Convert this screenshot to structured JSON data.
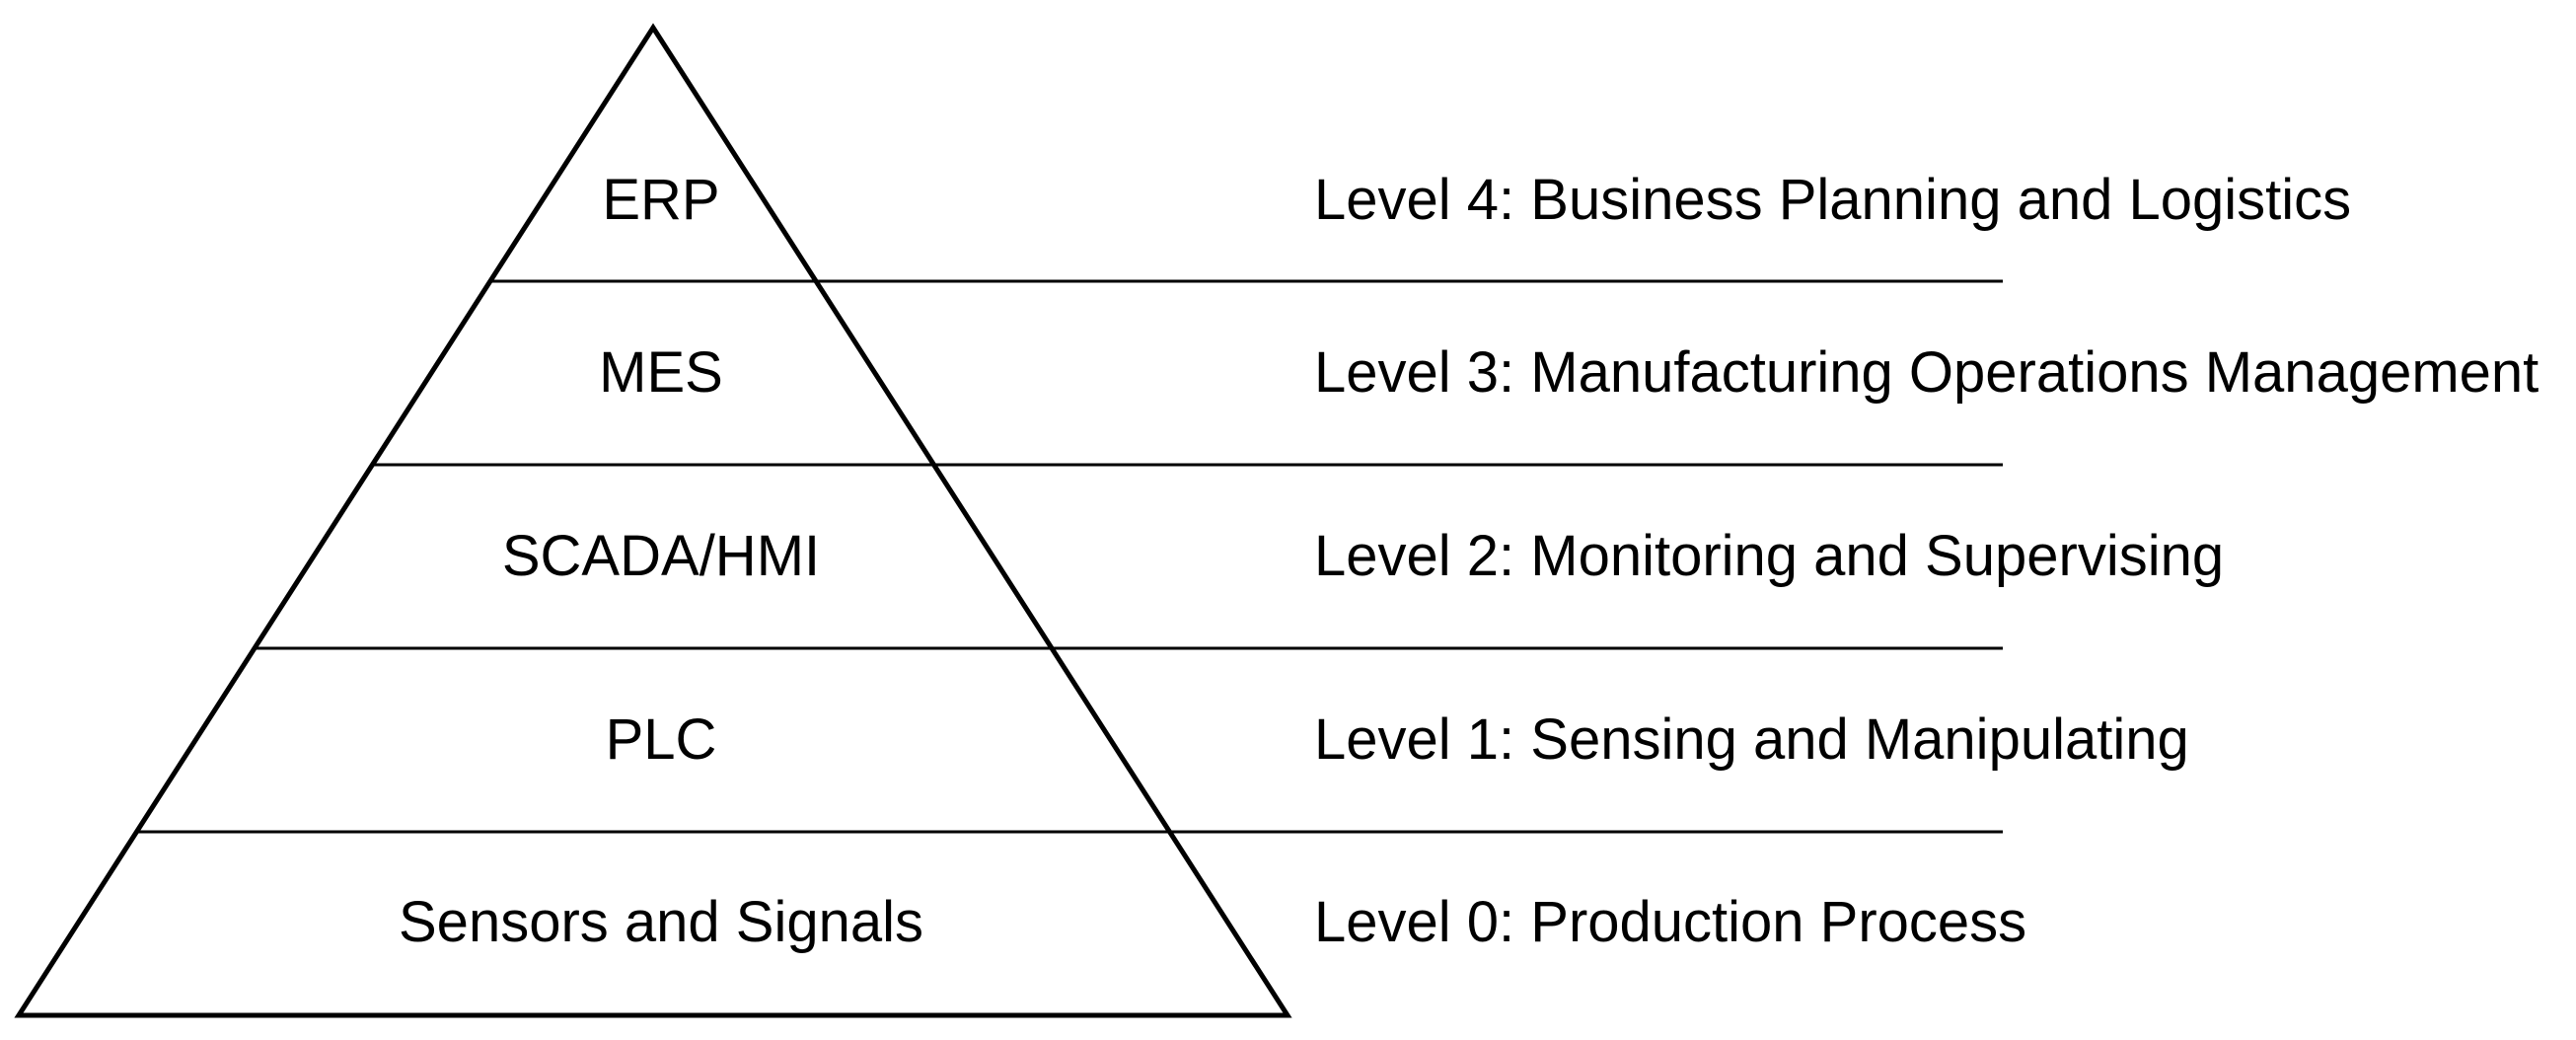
{
  "diagram": {
    "type": "automation-pyramid",
    "colors": {
      "background": "#ffffff",
      "line": "#000000",
      "text": "#000000"
    },
    "pyramid_levels": [
      {
        "level": 4,
        "system": "ERP",
        "description": "Level 4: Business Planning and Logistics"
      },
      {
        "level": 3,
        "system": "MES",
        "description": "Level 3: Manufacturing Operations Management"
      },
      {
        "level": 2,
        "system": "SCADA/HMI",
        "description": "Level 2: Monitoring and Supervising"
      },
      {
        "level": 1,
        "system": "PLC",
        "description": "Level 1: Sensing and Manipulating"
      },
      {
        "level": 0,
        "system": "Sensors and Signals",
        "description": "Level 0: Production Process"
      }
    ]
  }
}
